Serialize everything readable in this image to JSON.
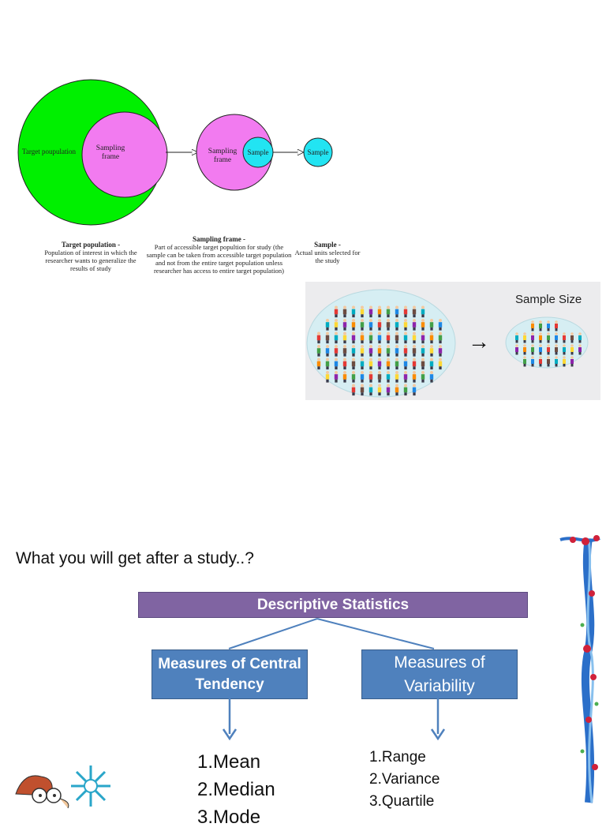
{
  "diagram": {
    "circle_target_label": "Target poupulation",
    "circle_frame_label": "Sampling frame",
    "circle_frame2_label": "Sampling frame",
    "circle_sample_inner_label": "Sample",
    "circle_sample_label": "Sample",
    "caption_target_title": "Target population -",
    "caption_target_text": "Population of interest in which the researcher wants to generalize the results of study",
    "caption_frame_title": "Sampling frame -",
    "caption_frame_text": "Part of accessible target popultion for study (the sample can be taken from accessible target population and not from the entire target population unless researcher has access to entire target population)",
    "caption_sample_title": "Sample -",
    "caption_sample_text": "Actual units selected for the study"
  },
  "sample_size": {
    "label": "Sample Size",
    "arrow": "→"
  },
  "stats": {
    "question": "What you will get after a study..?",
    "header": "Descriptive Statistics",
    "central_box": "Measures of Central Tendency",
    "variability_box": "Measures of Variability",
    "central_items": [
      "1.Mean",
      "2.Median",
      "3.Mode"
    ],
    "variability_items": [
      "1.Range",
      "2.Variance",
      "3.Quartile"
    ]
  },
  "colors": {
    "green": "#00f000",
    "magenta": "#f27bf0",
    "cyan": "#22e4f2",
    "purple": "#8064a2",
    "blue": "#4f81bd"
  }
}
